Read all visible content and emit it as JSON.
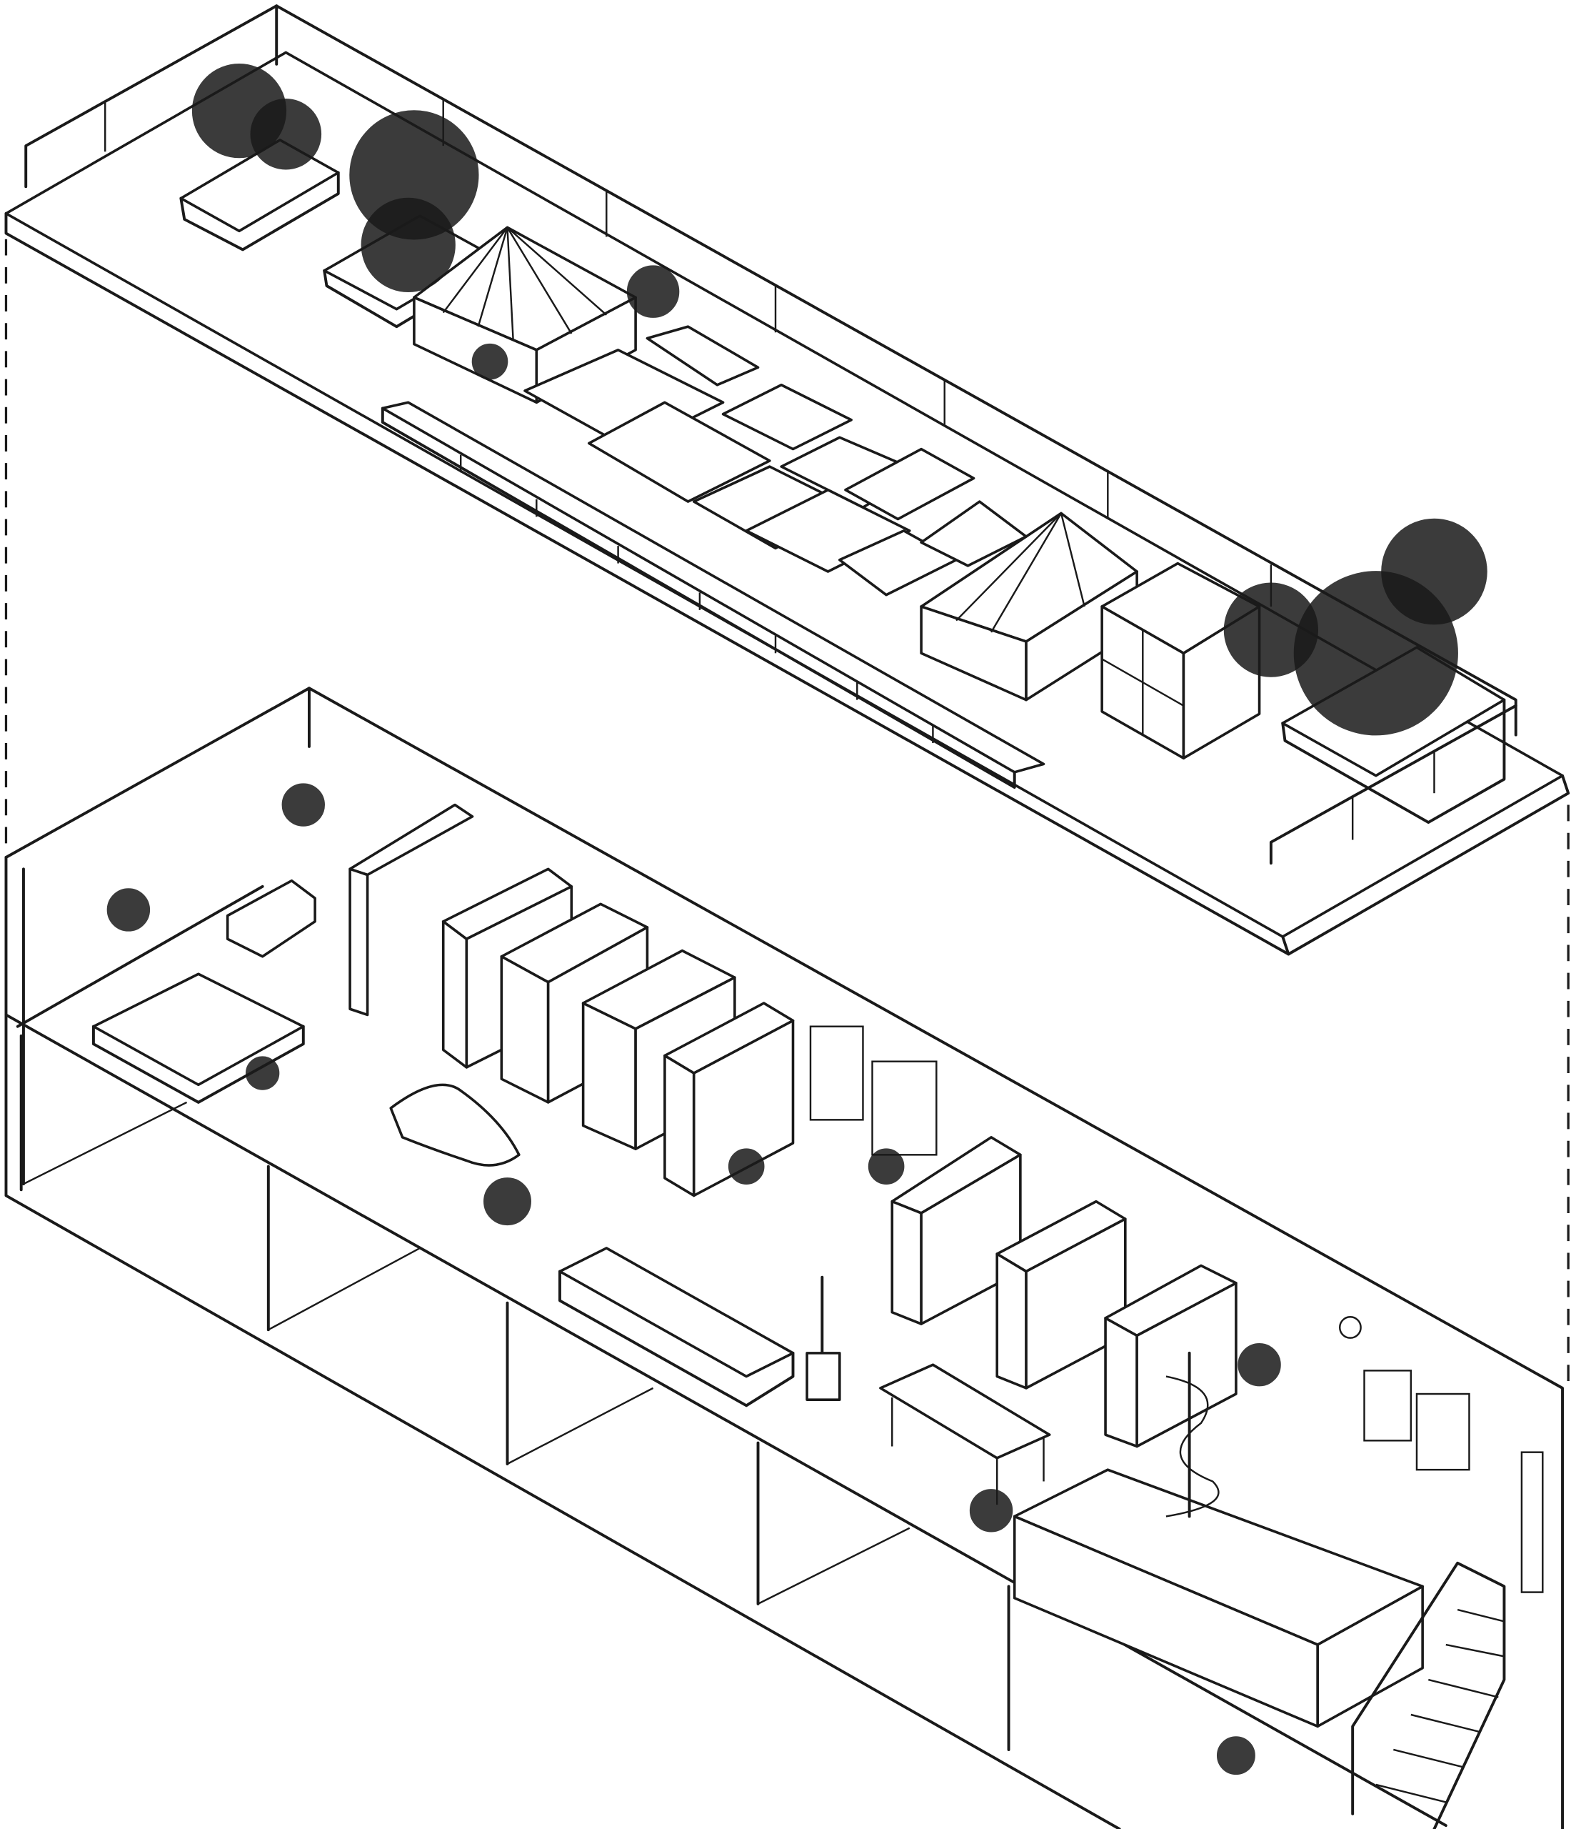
{
  "drawing": {
    "subject": "axonometric-section",
    "levels": [
      "roof-terrace",
      "living-floor"
    ],
    "colors": {
      "line": "#1a1a1a",
      "background": "#ffffff"
    }
  }
}
